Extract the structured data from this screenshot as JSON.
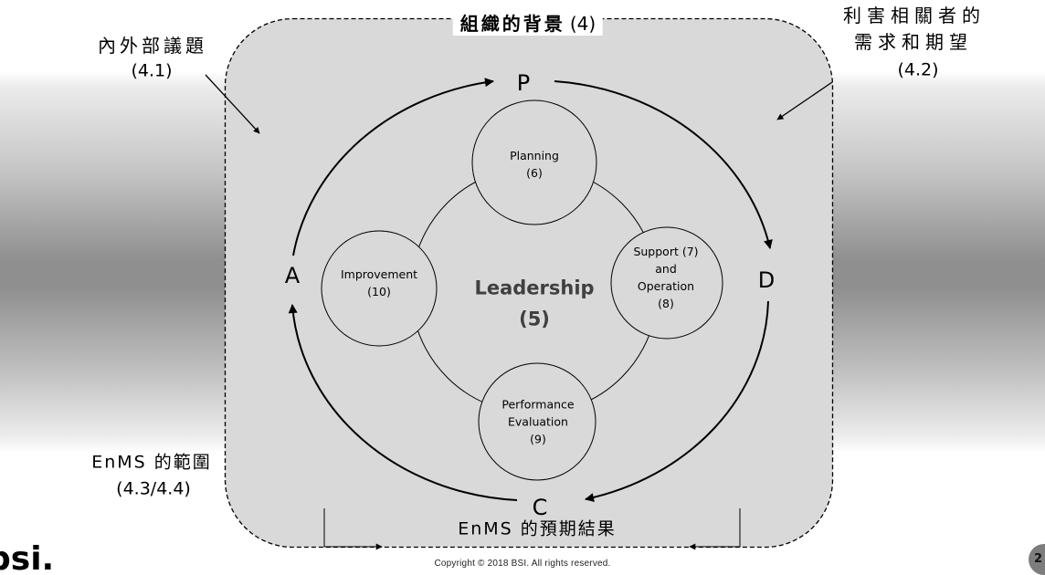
{
  "slide": {
    "title": {
      "text": "組織的背景",
      "clause": "(4)"
    },
    "issues": {
      "label": "內外部議題",
      "clause": "(4.1)"
    },
    "interested_parties": {
      "line1": "利害相關者的",
      "line2": "需求和期望",
      "clause": "(4.2)"
    },
    "scope": {
      "label": "EnMS 的範圍",
      "clause": "(4.3/4.4)"
    },
    "outcomes": {
      "label": "EnMS 的預期結果"
    },
    "pdca": {
      "plan": "P",
      "do": "D",
      "check": "C",
      "act": "A"
    },
    "leadership": {
      "label": "Leadership",
      "clause": "(5)"
    },
    "nodes": {
      "planning": [
        "Planning",
        "(6)"
      ],
      "support_operation": [
        "Support (7)",
        "and",
        "Operation",
        "(8)"
      ],
      "performance_evaluation": [
        "Performance",
        "Evaluation",
        "(9)"
      ],
      "improvement": [
        "Improvement",
        "(10)"
      ]
    }
  },
  "footer": {
    "copyright": "Copyright © 2018 BSI. All rights reserved.",
    "logo": "bsi.",
    "page_number": "2"
  },
  "colors": {
    "scope_fill": "#d9d9d9",
    "outline": "#000000",
    "leadership_text": "#404040"
  }
}
